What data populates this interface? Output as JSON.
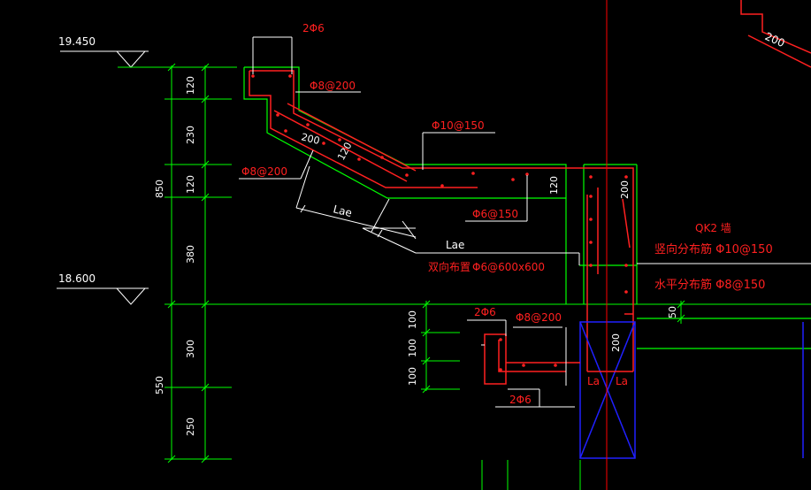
{
  "colors": {
    "background": "#000000",
    "dimension": "#00ff00",
    "rebar": "#ff2020",
    "text_white": "#ffffff",
    "column": "#2020ff",
    "axis_red": "#ff0000"
  },
  "levels": {
    "top": "19.450",
    "bottom": "18.600"
  },
  "dimensions": {
    "d120a": "120",
    "d230": "230",
    "d120b": "120",
    "d380": "380",
    "d850": "850",
    "d100a": "100",
    "d100b": "100",
    "d100c": "100",
    "d300": "300",
    "d250": "250",
    "d550": "550",
    "d200_top": "200",
    "d200_slab": "200",
    "d120_slab": "120",
    "d120_wall": "120",
    "d200_wall": "200",
    "d200_col": "200",
    "d50": "50"
  },
  "labels": {
    "top_2phi6": "2Φ6",
    "phi8_200_top": "Φ8@200",
    "phi10_150": "Φ10@150",
    "phi8_200_left": "Φ8@200",
    "lae_a": "Lae",
    "lae_b": "Lae",
    "phi6_150": "Φ6@150",
    "double_layout": "双向布置",
    "phi6_600": "Φ6@600x600",
    "qk2": "QK2 墙",
    "vertical_dist": "竖向分布筋 Φ10@150",
    "horizontal_dist": "水平分布筋 Φ8@150",
    "beam_2phi6_top": "2Φ6",
    "beam_phi8_200": "Φ8@200",
    "beam_2phi6_bot": "2Φ6",
    "la_left": "La",
    "la_right": "La"
  }
}
